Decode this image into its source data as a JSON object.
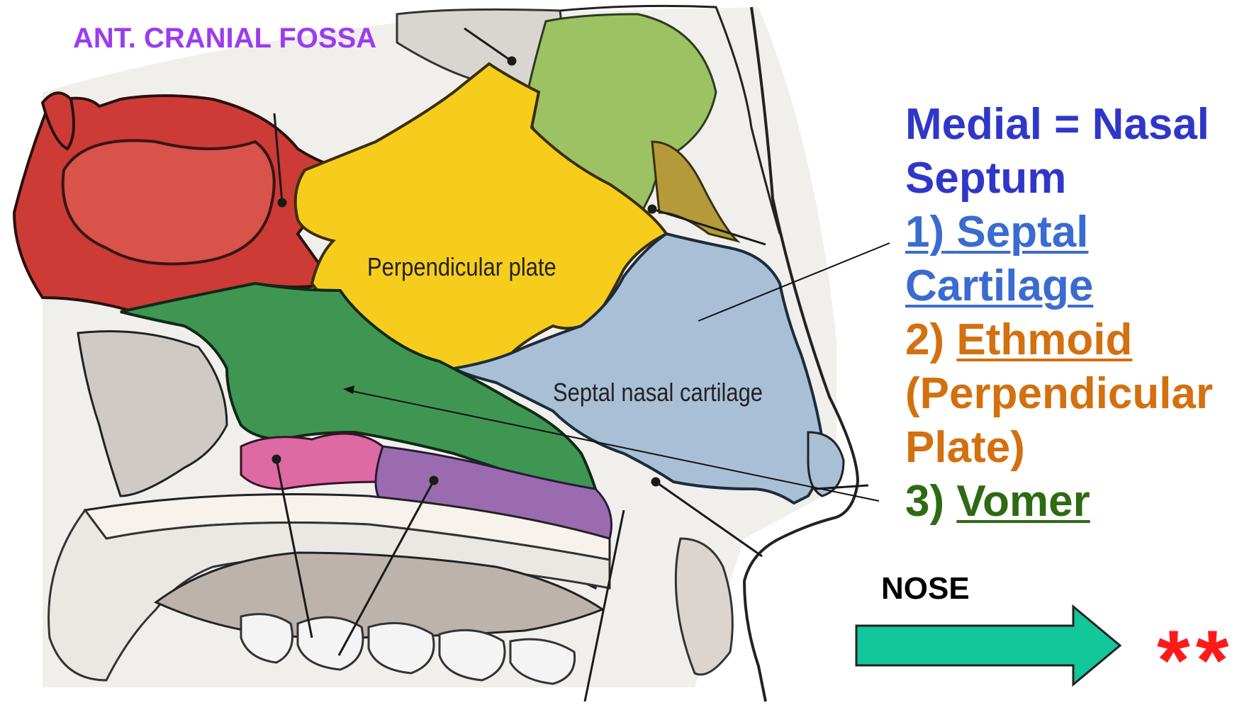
{
  "labels": {
    "ant_cranial_fossa": "ANT. CRANIAL FOSSA",
    "perpendicular_plate": "Perpendicular plate",
    "septal_nasal_cartilage": "Septal nasal cartilage",
    "nose": "NOSE",
    "stars": "**"
  },
  "legend": {
    "title_line1": "Medial = Nasal",
    "title_line2": "Septum",
    "item1_number": "1)",
    "item1_line1": "Septal",
    "item1_line2": "Cartilage",
    "item2_number": "2)",
    "item2_name": "Ethmoid",
    "item2_detail_line1": "(Perpendicular",
    "item2_detail_line2": "Plate)",
    "item3_number": "3)",
    "item3_name": "Vomer"
  },
  "colors": {
    "ant_label": "#9b3cf0",
    "legend_title": "#2f37c8",
    "septal_cartilage_text": "#3a6bd0",
    "ethmoid_text": "#d3700f",
    "vomer_text": "#2e6a12",
    "arrow_fill": "#12c79a",
    "stars": "#ff1a1a",
    "region_sphenoid_red": "#cc3b35",
    "region_perpendicular_plate_yellow": "#f6cd1c",
    "region_septal_cartilage_blue": "#a9bfd6",
    "region_vomer_green": "#3f9652",
    "region_nasal_bone_green": "#9cc264",
    "region_palate_pink": "#dd6aa3",
    "region_palate_purple": "#9b6bb0"
  }
}
